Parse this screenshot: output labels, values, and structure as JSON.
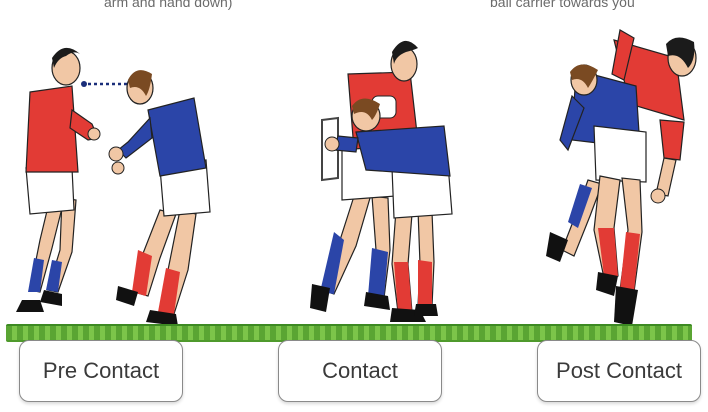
{
  "header": {
    "left_caption": "arm and hand down)",
    "right_caption": "ball carrier towards you"
  },
  "phases": [
    {
      "label": "Pre Contact"
    },
    {
      "label": "Contact"
    },
    {
      "label": "Post Contact"
    }
  ],
  "colors": {
    "attacker_shirt": "#e23b35",
    "defender_shirt": "#2b45a8",
    "shorts": "#ffffff",
    "grass": "#5aa533"
  }
}
